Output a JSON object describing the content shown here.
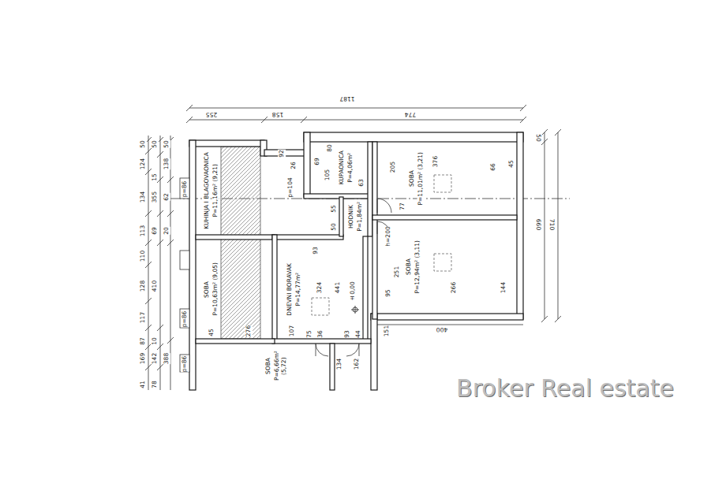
{
  "diagram": {
    "nodes": [
      {
        "text": [
          "KUHINJA I BLAGOVAONICA",
          "P=11,16m² (9,21)"
        ]
      },
      {
        "text": [
          "KUPAONICA",
          "P=4,06m²"
        ]
      },
      {
        "text": [
          "HODNIK",
          "P=1,84m²"
        ]
      },
      {
        "text": [
          "SOBA",
          "P=11,01m² (3,21)"
        ]
      },
      {
        "text": [
          "SOBA",
          "P=10,63m² (9,05)"
        ]
      },
      {
        "text": [
          "DNEVNI BORAVAK",
          "P=14,77m²"
        ]
      },
      {
        "text": [
          "SOBA",
          "P=12,94m² (3,11)"
        ]
      },
      {
        "text": [
          "SOBA",
          "P=6,66m² (5,72)"
        ]
      }
    ],
    "labels": [
      "1187",
      "255",
      "158",
      "774",
      "50",
      "124",
      "134",
      "113",
      "110",
      "128",
      "117",
      "87",
      "169",
      "41",
      "50",
      "15",
      "355",
      "69",
      "410",
      "10",
      "142",
      "78",
      "50",
      "138",
      "62",
      "20",
      "388",
      "50",
      "660",
      "710",
      "92",
      "26",
      "p=104",
      "69",
      "80",
      "105",
      "63",
      "55",
      "50",
      "205",
      "376",
      "66",
      "45",
      "77",
      "h=200",
      "251",
      "95",
      "266",
      "144",
      "400",
      "151",
      "324",
      "441",
      "±0,00",
      "93",
      "107",
      "75",
      "36",
      "93",
      "44",
      "134",
      "162",
      "276",
      "45",
      "p=86",
      "p=86",
      "p=86",
      "Broker Real estate"
    ]
  }
}
